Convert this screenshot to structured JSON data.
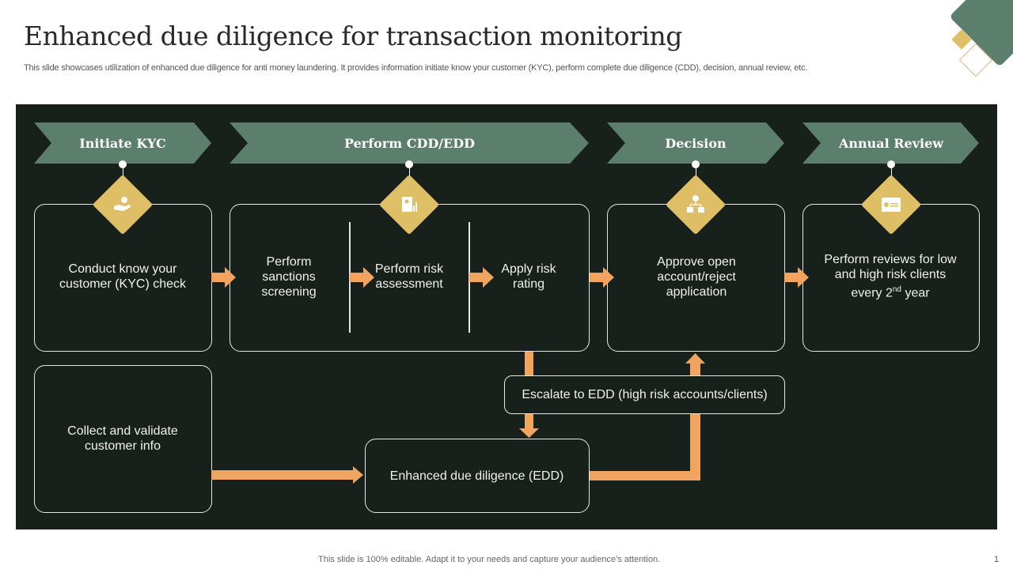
{
  "slide": {
    "title": "Enhanced due diligence for transaction monitoring",
    "subtitle": "This slide showcases utilization of enhanced due diligence for anti money laundering. It provides information initiate know your customer (KYC), perform complete due diligence (CDD), decision, annual review, etc.",
    "footer": "This slide is 100% editable. Adapt it to your needs and capture your audience’s attention.",
    "page_number": "1"
  },
  "colors": {
    "panel_bg": "#18201c",
    "stage_header": "#5b7f6c",
    "icon_diamond": "#dfbf66",
    "arrow": "#f0a45f",
    "box_border": "#e6e6e6"
  },
  "stages": [
    {
      "label": "Initiate KYC",
      "icon": "hand-coin-icon"
    },
    {
      "label": "Perform CDD/EDD",
      "icon": "report-chart-icon"
    },
    {
      "label": "Decision",
      "icon": "decision-tree-icon"
    },
    {
      "label": "Annual Review",
      "icon": "calendar-icon"
    }
  ],
  "steps": {
    "kyc_check": "Conduct know your customer (KYC) check",
    "sanctions": "Perform sanctions screening",
    "risk_assessment": "Perform risk assessment",
    "risk_rating": "Apply risk rating",
    "decision": "Approve open account/reject application",
    "review_pre": "Perform reviews for low and high risk clients every 2",
    "review_sup": "nd",
    "review_post": " year",
    "collect": "Collect and validate customer info",
    "escalate": "Escalate to EDD (high risk accounts/clients)",
    "edd": "Enhanced due diligence (EDD)"
  }
}
